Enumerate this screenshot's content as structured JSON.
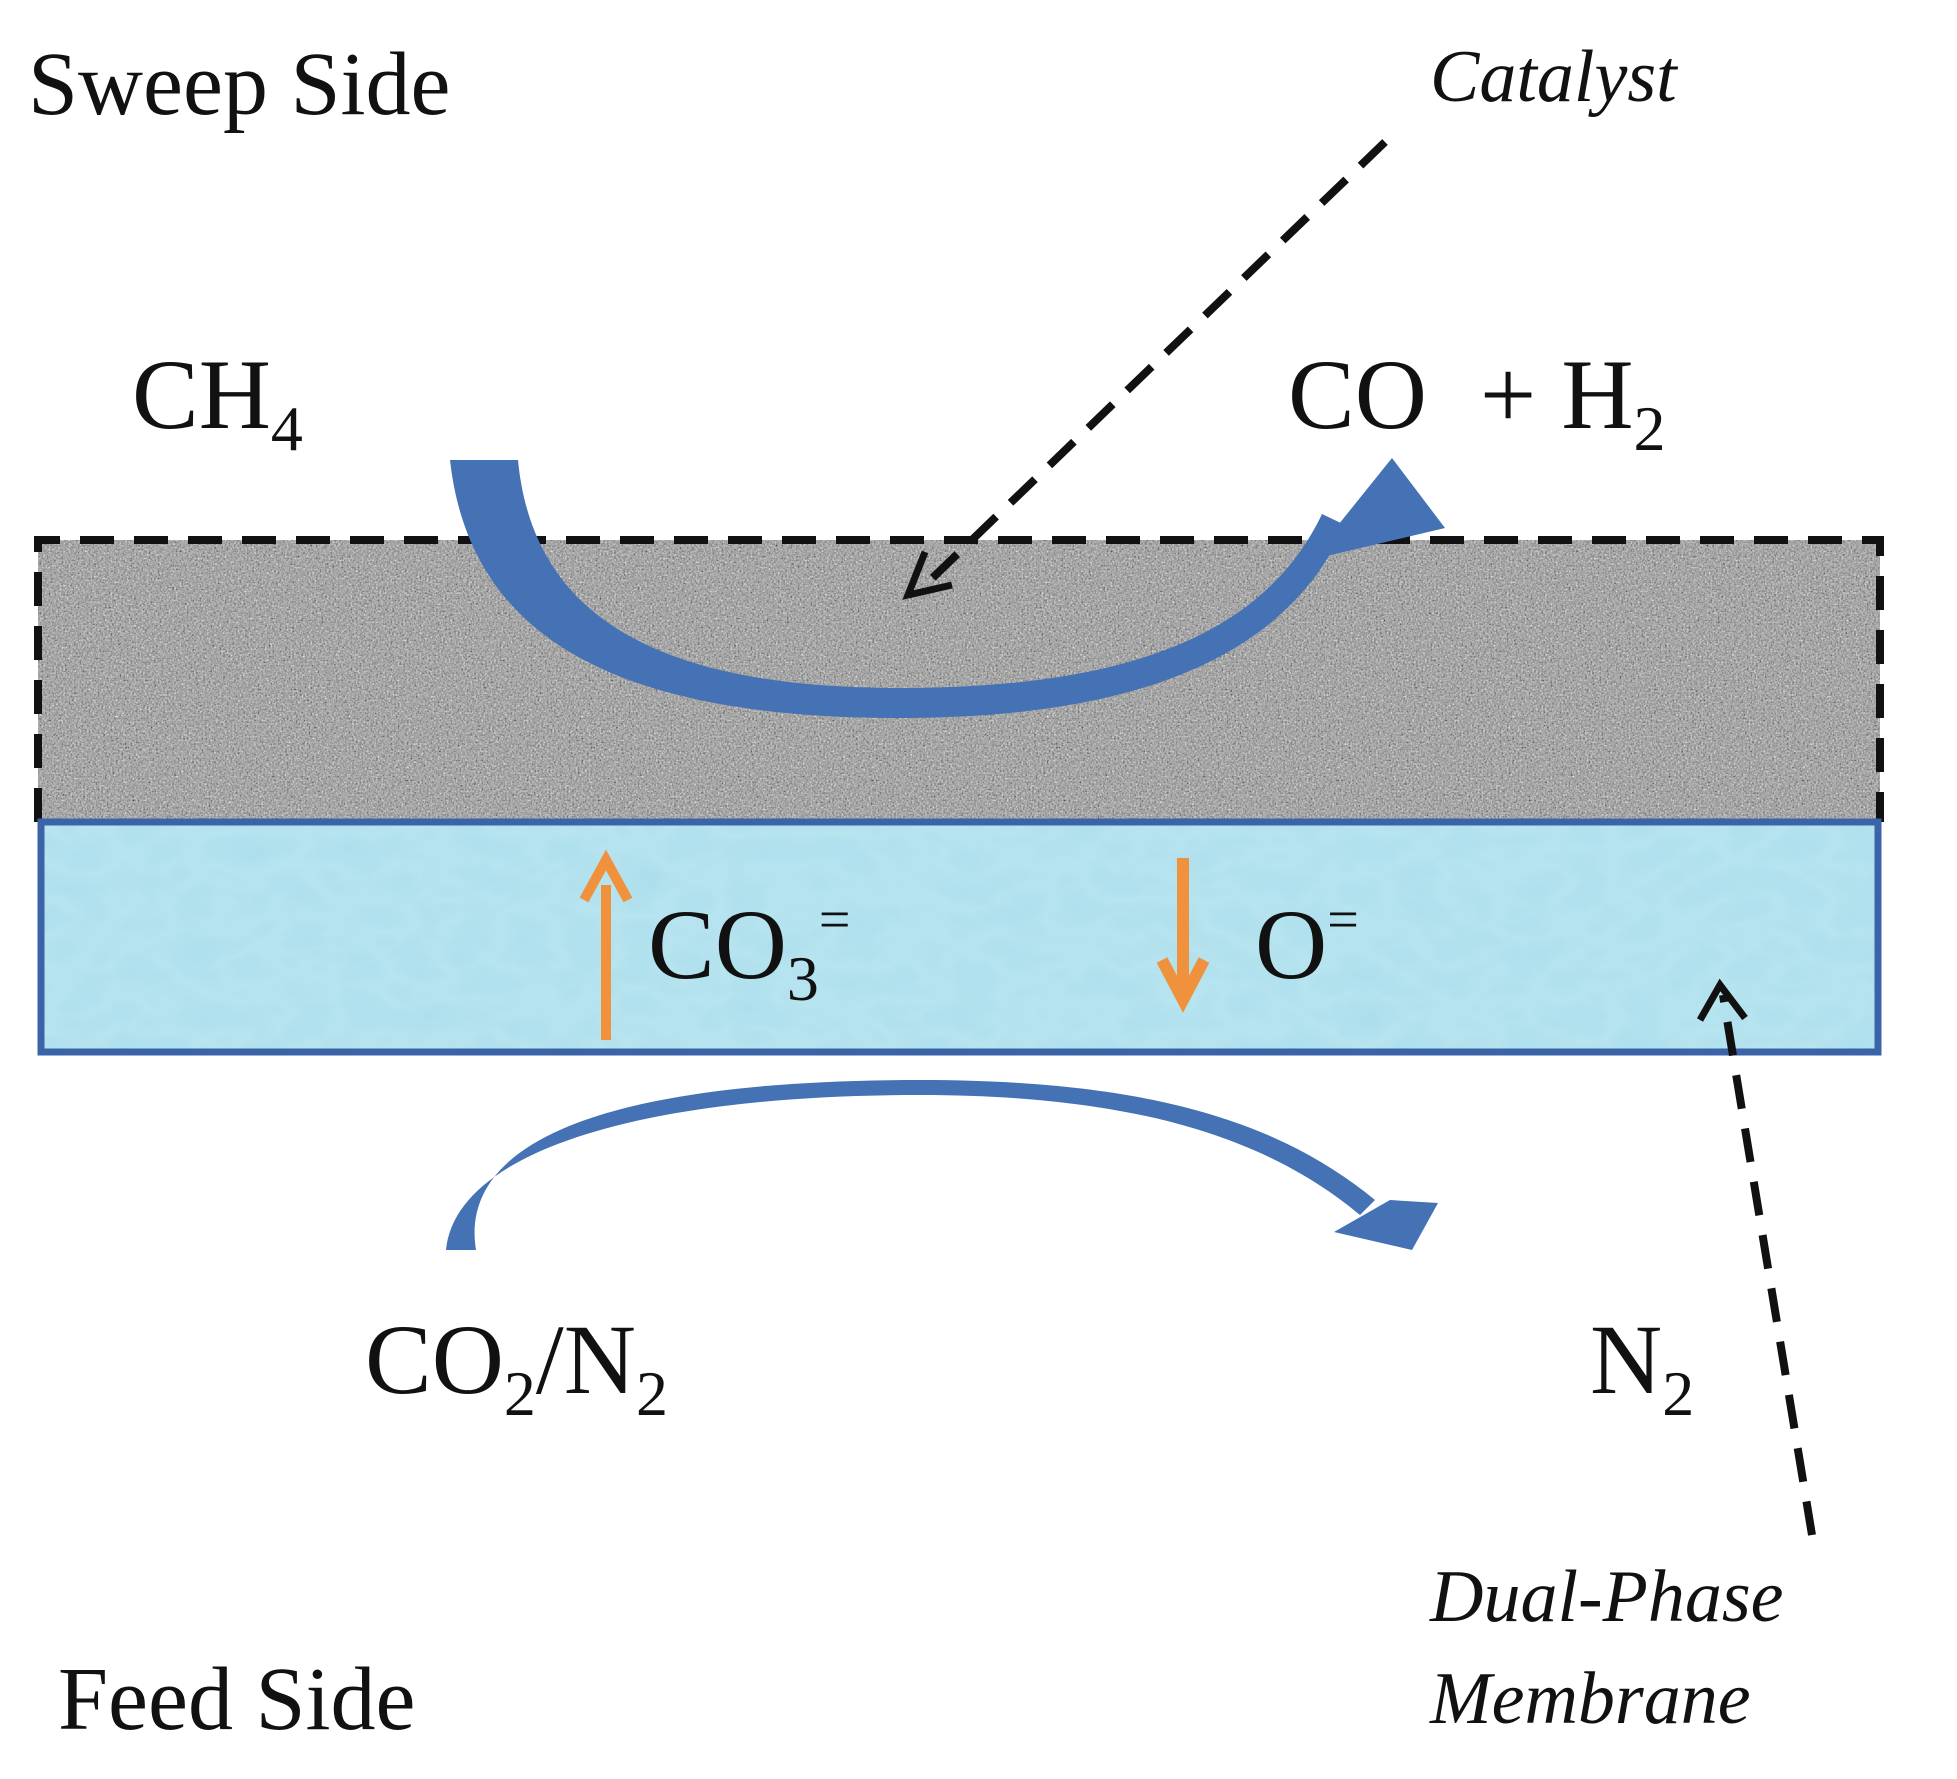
{
  "labels": {
    "sweep_side": "Sweep Side",
    "feed_side": "Feed Side",
    "catalyst": "Catalyst",
    "membrane_line1": "Dual-Phase",
    "membrane_line2": "Membrane"
  },
  "species": {
    "ch4": {
      "base": "CH",
      "sub": "4"
    },
    "co": "CO",
    "plus": "+",
    "h2": {
      "base": "H",
      "sub": "2"
    },
    "co3": {
      "base": "CO",
      "sub": "3",
      "sup": "="
    },
    "o": {
      "base": "O",
      "sup": "="
    },
    "co2": {
      "base": "CO",
      "sub": "2"
    },
    "slash": "/",
    "n2_feed": {
      "base": "N",
      "sub": "2"
    },
    "n2_out": {
      "base": "N",
      "sub": "2"
    }
  },
  "colors": {
    "flow_arrow": "#4472b5",
    "ion_arrow": "#f0913e",
    "membrane_fill": "#b7e4ef",
    "membrane_border": "#3a63a8",
    "catalyst_fill": "#8e8e8e",
    "dashed_line": "#111111"
  }
}
